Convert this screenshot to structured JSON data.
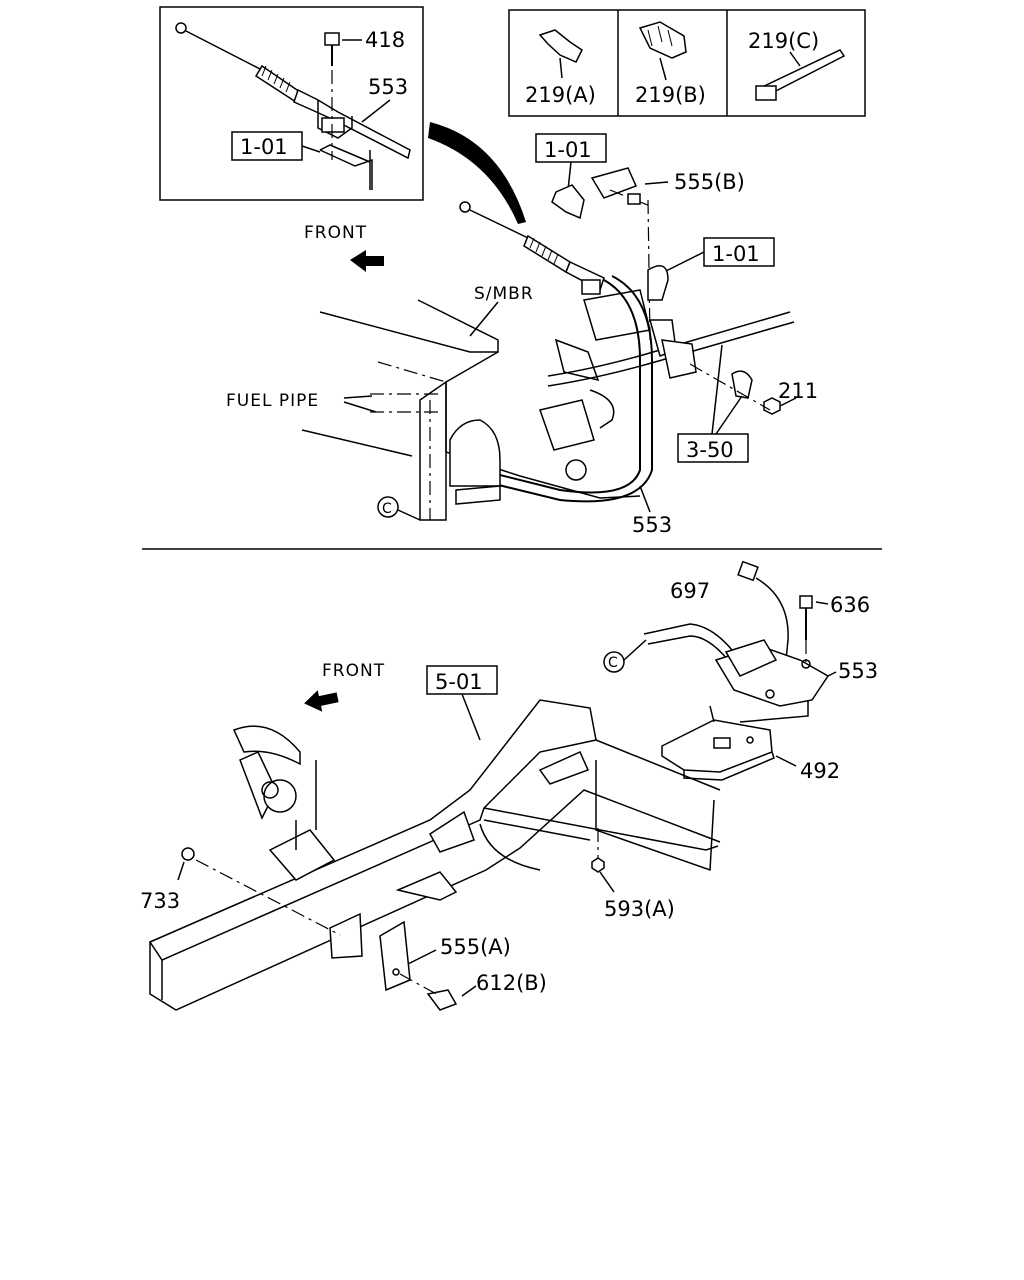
{
  "labels": {
    "p418": "418",
    "p553_inset": "553",
    "ref_101_inset": "1-01",
    "p219a": "219(A)",
    "p219b": "219(B)",
    "p219c": "219(C)",
    "ref_101_mid": "1-01",
    "p555b": "555(B)",
    "ref_101_right": "1-01",
    "front_top": "FRONT",
    "smbr": "S/MBR",
    "p211": "211",
    "fuel_pipe": "FUEL PIPE",
    "ref_350": "3-50",
    "circle_c_top": "C",
    "p553_top": "553",
    "p697": "697",
    "p636": "636",
    "circle_c_bottom": "C",
    "p553_bottom": "553",
    "front_bottom": "FRONT",
    "ref_501": "5-01",
    "p492": "492",
    "p733": "733",
    "p593a": "593(A)",
    "p555a": "555(A)",
    "p612b": "612(B)"
  }
}
